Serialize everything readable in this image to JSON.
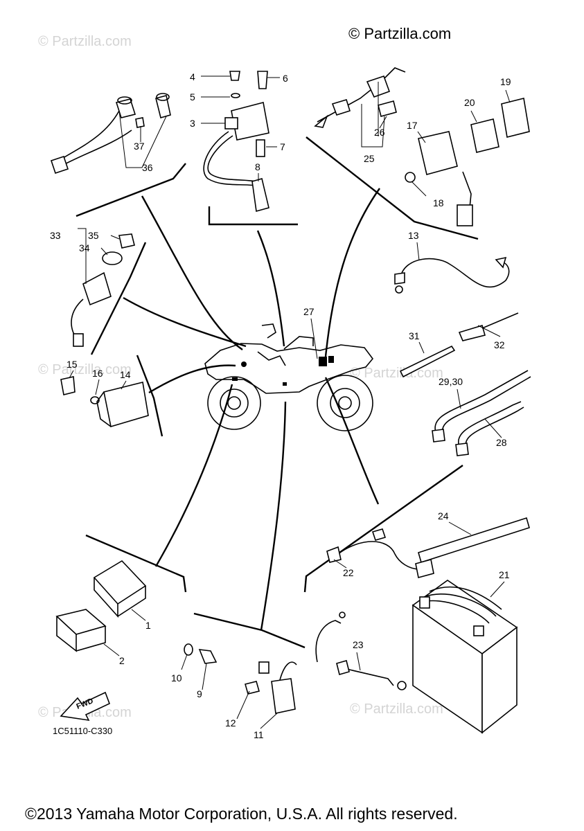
{
  "header": {
    "site_credit": "© Partzilla.com"
  },
  "watermark_text": "© Partzilla.com",
  "diagram_code": "1C51110-C330",
  "fwd_arrow_label": "FWD",
  "footer": {
    "copyright": "©2013 Yamaha Motor Corporation, U.S.A. All rights reserved."
  },
  "callouts": {
    "c1": "1",
    "c2": "2",
    "c3": "3",
    "c4": "4",
    "c5": "5",
    "c6": "6",
    "c7": "7",
    "c8": "8",
    "c9": "9",
    "c10": "10",
    "c11": "11",
    "c12": "12",
    "c13": "13",
    "c14": "14",
    "c15": "15",
    "c16": "16",
    "c17": "17",
    "c18": "18",
    "c19": "19",
    "c20": "20",
    "c21": "21",
    "c22": "22",
    "c23": "23",
    "c24": "24",
    "c25": "25",
    "c26": "26",
    "c27": "27",
    "c28": "28",
    "c29_30": "29,30",
    "c31": "31",
    "c32": "32",
    "c33": "33",
    "c34": "34",
    "c35": "35",
    "c36": "36",
    "c37": "37"
  }
}
